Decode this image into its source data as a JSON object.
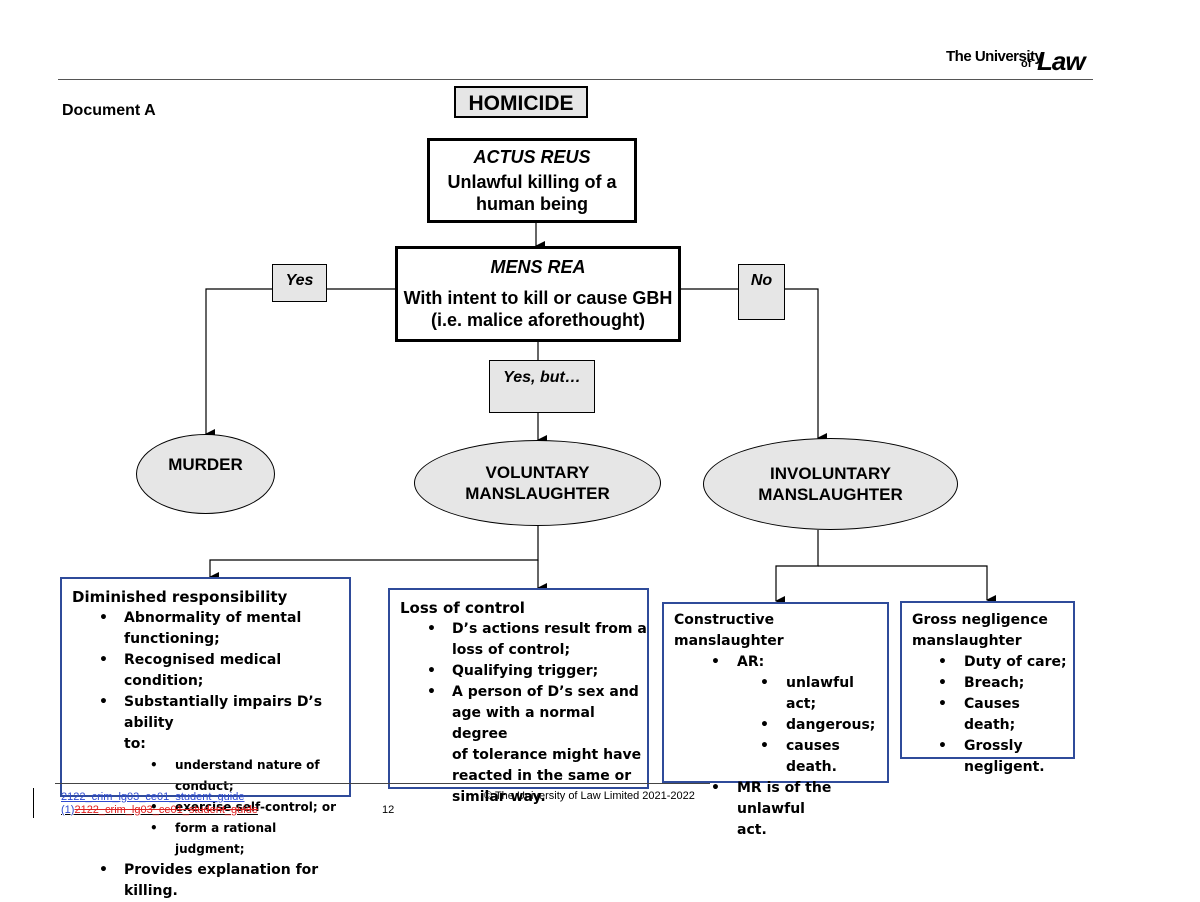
{
  "header": {
    "logo_the_university": "The University",
    "logo_of": "of",
    "logo_law": "Law",
    "document_label": "Document A"
  },
  "diagram": {
    "title": "HOMICIDE",
    "actus_reus": {
      "heading": "ACTUS REUS",
      "line1": "Unlawful killing of a",
      "line2": "human being"
    },
    "mens_rea": {
      "heading": "MENS REA",
      "line1": "With intent to kill or cause GBH",
      "line2": "(i.e. malice aforethought)"
    },
    "labels": {
      "yes": "Yes",
      "no": "No",
      "yes_but": "Yes, but…"
    },
    "outcomes": {
      "murder": "MURDER",
      "voluntary_1": "VOLUNTARY",
      "voluntary_2": "MANSLAUGHTER",
      "involuntary_1": "INVOLUNTARY",
      "involuntary_2": "MANSLAUGHTER"
    },
    "diminished": {
      "title": "Diminished responsibility",
      "items": [
        "Abnormality of mental",
        "functioning;",
        "Recognised medical condition;",
        "Substantially impairs D’s ability",
        "to:"
      ],
      "sub_items": [
        "understand nature of conduct;",
        "exercise self-control; or",
        "form a rational judgment;"
      ],
      "last_item": "Provides explanation for killing."
    },
    "loss_of_control": {
      "title": "Loss of control",
      "lines": [
        "D’s actions result from a",
        "loss of control;",
        "Qualifying trigger;",
        "A person of D’s sex and",
        "age with a normal degree",
        "of tolerance might have",
        "reacted in the same or",
        "similar way."
      ]
    },
    "constructive": {
      "title": "Constructive manslaughter",
      "ar": "AR:",
      "ar_items": [
        "unlawful act;",
        "dangerous;",
        "causes death."
      ],
      "mr_1": "MR is of the unlawful",
      "mr_2": "act."
    },
    "gross": {
      "title_1": "Gross negligence",
      "title_2": "manslaughter",
      "items": [
        "Duty of care;",
        "Breach;",
        "Causes death;",
        "Grossly",
        "negligent."
      ]
    }
  },
  "footer": {
    "link_1": "2122_crim_lg03_ce01_student_guide",
    "link_2_prefix": "(1)",
    "link_2": "2122_crim_lg03_ce01_student_guide",
    "page_number": "12",
    "copyright": "© The University of Law Limited 2021-2022"
  }
}
